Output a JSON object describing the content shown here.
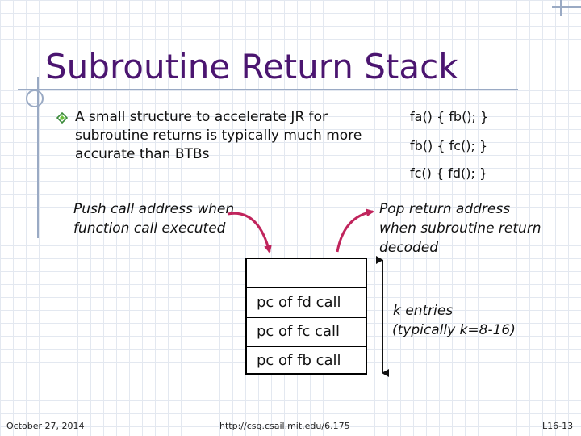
{
  "slide": {
    "title": "Subroutine Return Stack",
    "bullet": "A small structure to accelerate JR for subroutine returns is typically much more accurate than BTBs",
    "code_lines": [
      "fa() { fb(); }",
      "fb() { fc(); }",
      "fc() { fd(); }"
    ],
    "push_label": "Push call address when function call executed",
    "pop_label": "Pop return address when subroutine return decoded",
    "stack_entries": [
      "pc of fd call",
      "pc of fc call",
      "pc of fb call"
    ],
    "entries_label_line1": "k entries",
    "entries_label_line2": "(typically k=8-16)"
  },
  "footer": {
    "date": "October 27, 2014",
    "url": "http://csg.csail.mit.edu/6.175",
    "page": "L16-13"
  },
  "colors": {
    "title": "#4b1570",
    "arrow": "#c0245c",
    "decoration": "#9aaac4"
  }
}
